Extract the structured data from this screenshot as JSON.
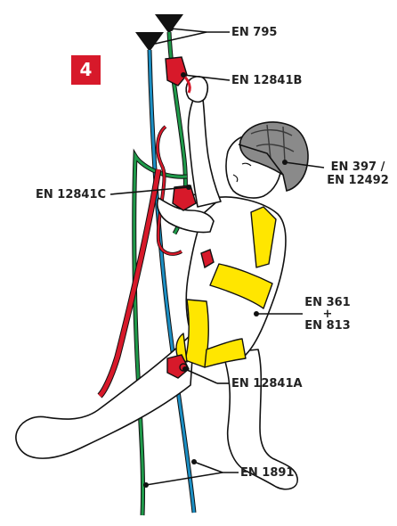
{
  "step_badge": "4",
  "labels": {
    "en795": "EN 795",
    "en12841b": "EN 12841B",
    "en397": "EN 397 /",
    "en12492": "EN 12492",
    "en12841c": "EN 12841C",
    "en361": "EN 361",
    "plus": "+",
    "en813": "EN 813",
    "en12841a": "EN 12841A",
    "en1891": "EN 1891"
  },
  "colors": {
    "badge": "#d7192a",
    "rope_blue": "#1b8fc4",
    "rope_green": "#1f9a4a",
    "rope_red": "#d7192a",
    "harness": "#ffe600",
    "device": "#d7192a",
    "helmet": "#8a8a8a",
    "outline": "#111111"
  },
  "icons": [
    "anchor-triangle-icon",
    "helmet-icon",
    "harness-icon",
    "ascender-device-icon"
  ]
}
